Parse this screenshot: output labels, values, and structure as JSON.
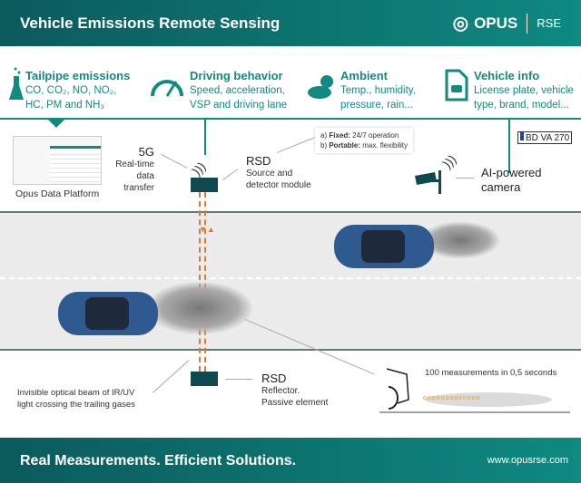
{
  "header": {
    "title": "Vehicle Emissions Remote Sensing",
    "logo_text": "OPUS",
    "logo_sub": "RSE"
  },
  "categories": [
    {
      "title": "Tailpipe emissions",
      "line1": "CO, CO₂, NO, NO₂,",
      "line2": "HC, PM and NH₃",
      "icon": "flask-icon"
    },
    {
      "title": "Driving behavior",
      "line1": "Speed, acceleration,",
      "line2": "VSP and driving lane",
      "icon": "speedometer-icon"
    },
    {
      "title": "Ambient",
      "line1": "Temp., humidity,",
      "line2": "pressure, rain...",
      "icon": "weather-icon"
    },
    {
      "title": "Vehicle info",
      "line1": "License plate, vehicle",
      "line2": "type, brand, model...",
      "icon": "document-car-icon"
    }
  ],
  "platform": {
    "label": "Opus Data Platform"
  },
  "fiveg": {
    "title": "5G",
    "l1": "Real-time",
    "l2": "data",
    "l3": "transfer"
  },
  "rsd_top": {
    "title": "RSD",
    "l1": "Source and",
    "l2": "detector module"
  },
  "modes": {
    "a_bold": "Fixed:",
    "a_rest": " 24/7 operation",
    "a_prefix": "a) ",
    "b_prefix": "b) ",
    "b_bold": "Portable:",
    "b_rest": " max. flexibility"
  },
  "plate": "BD VA 270",
  "camera": {
    "l1": "AI-powered",
    "l2": "camera"
  },
  "beam": {
    "l1": "Invisible optical beam of IR/UV",
    "l2": "light crossing the trailing gases"
  },
  "rsd_bottom": {
    "title": "RSD",
    "l1": "Reflector.",
    "l2": "Passive element"
  },
  "measure": "100 measurements in 0,5 seconds",
  "footer": {
    "slogan": "Real Measurements. Efficient Solutions.",
    "url": "www.opusrse.com"
  },
  "colors": {
    "teal": "#138a80",
    "dark": "#0e4a50",
    "car": "#2f5a8f",
    "beam": "#e07a30"
  }
}
